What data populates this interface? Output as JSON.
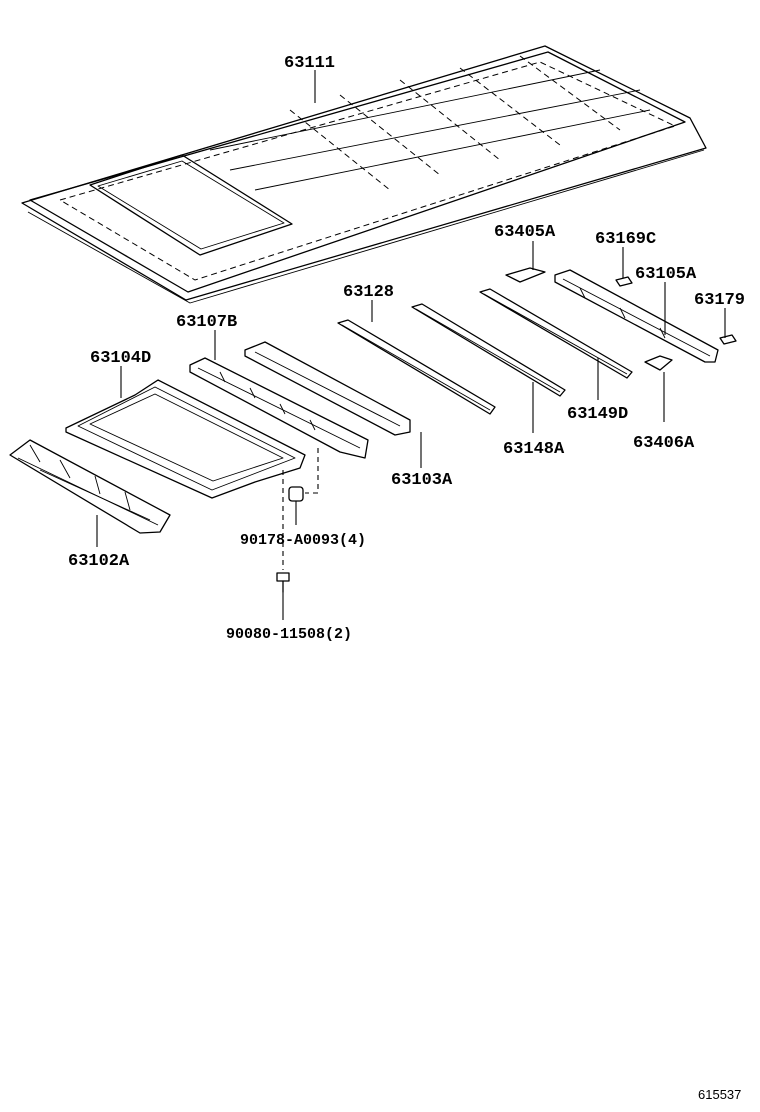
{
  "parts": {
    "p63111": "63111",
    "p63405A": "63405A",
    "p63169C": "63169C",
    "p63105A": "63105A",
    "p63179": "63179",
    "p63128": "63128",
    "p63107B": "63107B",
    "p63104D": "63104D",
    "p63149D": "63149D",
    "p63406A": "63406A",
    "p63148A": "63148A",
    "p63103A": "63103A",
    "p63102A": "63102A",
    "p90178": "90178-A0093(4)",
    "p90080": "90080-11508(2)"
  },
  "illustration_code": "615537"
}
